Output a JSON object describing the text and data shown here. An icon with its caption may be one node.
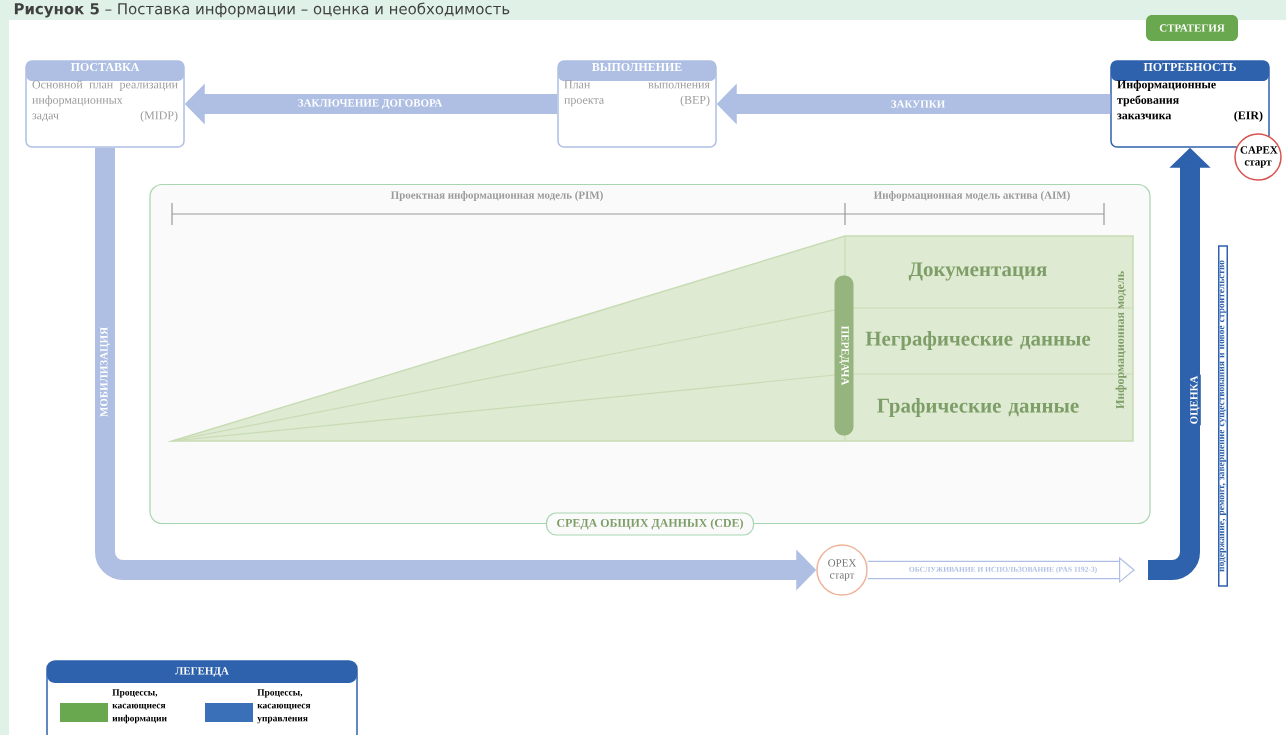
{
  "diagram": {
    "title": "**Рисунок 5** – Поставка информации – оценка и необходимость",
    "nodes": [
      {
        "text": [
          "СТРАТЕГИЯ"
        ]
      },
      {
        "text": [
          "ПОСТАВКА",
          "Основной план реализации информационных задач (MIDP)"
        ]
      },
      {
        "text": [
          "ВЫПОЛНЕНИЕ",
          "План выполнения проекта (BEP)"
        ]
      },
      {
        "text": [
          "ПОТРЕБНОСТЬ",
          "Информационные требования заказчика (EIR)"
        ]
      },
      {
        "text": [
          "CAPEX старт"
        ]
      },
      {
        "text": [
          "СРЕДА ОБЩИХ ДАННЫХ (CDE)"
        ]
      },
      {
        "text": [
          "ПЕРЕДАЧА"
        ],
        "in": 5
      },
      {
        "text": [
          "Документация"
        ],
        "in": 5
      },
      {
        "text": [
          "Неграфические данные"
        ],
        "in": 5
      },
      {
        "text": [
          "Графические данные"
        ],
        "in": 5
      },
      {
        "text": [
          "OPEX старт"
        ]
      },
      {
        "text": [
          "подержание, ремонт, завершение существования и новое строительство"
        ]
      }
    ],
    "edges": [
      {
        "from": 2,
        "to": 1,
        "arrow": "to",
        "label": "ЗАКЛЮЧЕНИЕ ДОГОВОРА"
      },
      {
        "from": 3,
        "to": 2,
        "arrow": "to",
        "label": "ЗАКУПКИ"
      },
      {
        "from": 1,
        "to": 10,
        "arrow": "to",
        "label": "МОБИЛИЗАЦИЯ"
      },
      {
        "from": 10,
        "to": null,
        "arrow": "to",
        "label": "ОБСЛУЖИВАНИЕ И ИСПОЛЬЗОВАНИЕ (PAS 1192-3)"
      },
      {
        "from": null,
        "to": 3,
        "arrow": "to",
        "label": "ОЦЕНКА",
        "color": "#2f62ad"
      }
    ],
    "labels": [
      "Проектная информационная модель (PIM)",
      "Информационная модель актива (AIM)",
      "Информационная модель",
      "ЛЕГЕНДА"
    ],
    "legend": [
      {
        "text": "Процессы, касающиеся информации",
        "color": "#6aa84f"
      },
      {
        "text": "Процессы, касающиеся управления",
        "color": "#3a70b8"
      }
    ]
  }
}
